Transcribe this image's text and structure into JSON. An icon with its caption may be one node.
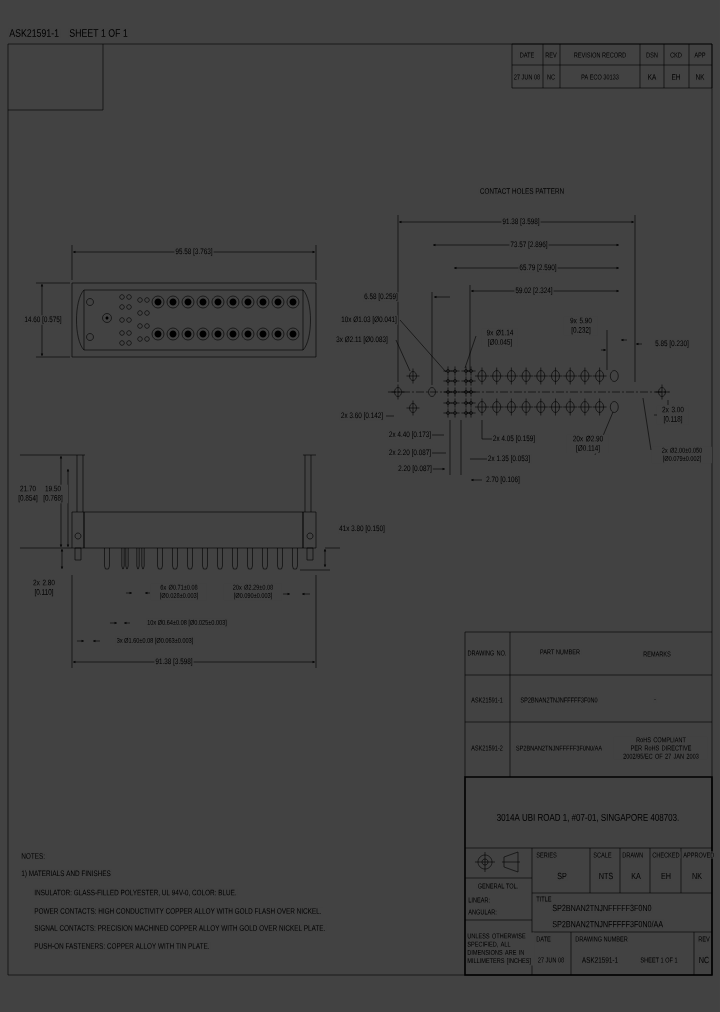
{
  "diagram": {
    "labels": [
      "ASK21591-1",
      "SHEET 1 OF 1",
      "DATE",
      "REV",
      "REVISION RECORD",
      "DSN",
      "CKD",
      "APP",
      "27 JUN 08",
      "NC",
      "PA ECO 30133",
      "KA",
      "EH",
      "NK",
      "CONTACT HOLES PATTERN",
      "95.58 [3.763]",
      "14.60 [0.575]",
      "91.38 [3.598]",
      "73.57 [2.896]",
      "65.79 [2.590]",
      "59.02 [2.324]",
      "6.58 [0.259]",
      "10x Ø1.03 [Ø0.041]",
      "3x Ø2.11 [Ø0.083]",
      "9x Ø1.14 [Ø0.045]",
      "9x 5.90 [0.232]",
      "5.85 [0.230]",
      "2x 3.60 [0.142]",
      "2x 4.40 [0.173]",
      "2x 2.20 [0.087]",
      "2.20 [0.087]",
      "2x 4.05 [0.159]",
      "2x 1.35 [0.053]",
      "2.70 [0.106]",
      "20x Ø2.90 [Ø0.114]",
      "2x 3.00 [0.118]",
      "2x Ø2.00±0.050 [Ø0.079±0.002]",
      "21.70 [0.854]",
      "19.50 [0.768]",
      "41x 3.80 [0.150]",
      "2x 2.80 [0.110]",
      "6x Ø0.71±0.08 [Ø0.028±0.003]",
      "20x Ø2.29±0.08 [Ø0.090±0.003]",
      "10x Ø0.64±0.08 [Ø0.025±0.003]",
      "3x Ø1.60±0.08 [Ø0.063±0.003]",
      "91.38 [3.598]",
      "DRAWING NO.",
      "PART NUMBER",
      "REMARKS",
      "ASK21591-1",
      "SP2BNAN2TNJNFFFFF3F0N0",
      "-",
      "ASK21591-2",
      "SP2BNAN2TNJNFFFFF3F0N0/AA",
      "RoHS COMPLIANT PER RoHS DIRECTIVE 2002/95/EC OF 27 JAN 2003",
      "3014A UBI ROAD 1, #07-01, SINGAPORE 408703.",
      "SERIES",
      "SP",
      "SCALE",
      "NTS",
      "DRAWN",
      "KA",
      "CHECKED",
      "EH",
      "APPROVED",
      "NK",
      "GENERAL TOL.",
      "LINEAR:",
      "ANGULAR:",
      "TITLE",
      "SP2BNAN2TNJNFFFFF3F0N0",
      "SP2BNAN2TNJNFFFFF3F0N0/AA",
      "UNLESS OTHERWISE SPECIFIED, ALL DIMENSIONS ARE IN MILLIMETERS [INCHES]",
      "DATE",
      "27 JUN 08",
      "DRAWING NUMBER",
      "ASK21591-1",
      "SHEET 1 OF 1",
      "REV",
      "NC",
      "NOTES:",
      "1) MATERIALS AND FINISHES",
      "INSULATOR: GLASS-FILLED POLYESTER, UL 94V-0, COLOR: BLUE.",
      "POWER CONTACTS: HIGH CONDUCTIVITY COPPER ALLOY WITH GOLD FLASH OVER NICKEL.",
      "SIGNAL CONTACTS: PRECISION MACHINED COPPER ALLOY WITH GOLD OVER NICKEL PLATE.",
      "PUSH-ON FASTENERS: COPPER ALLOY WITH TIN PLATE."
    ]
  }
}
